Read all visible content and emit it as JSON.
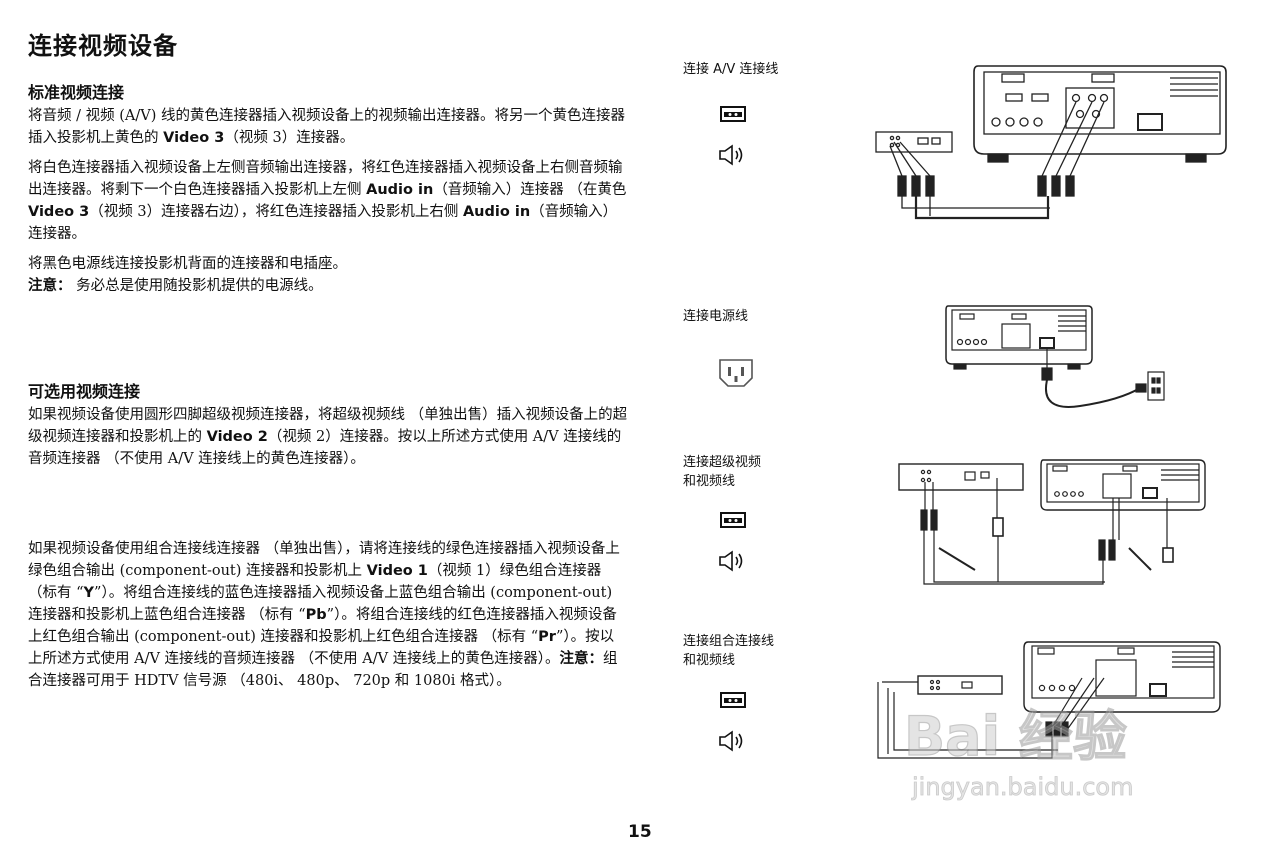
{
  "page": {
    "title": "连接视频设备",
    "page_number": "15"
  },
  "standard": {
    "heading": "标准视频连接",
    "p1_a": "将音频 / 视频 (A/V) 线的黄色连接器插入视频设备上的视频输出连接器。将另一个黄色连接器插入投影机上黄色的 ",
    "p1_b": "Video 3",
    "p1_c": "（视频 3）连接器。",
    "p2_a": "将白色连接器插入视频设备上左侧音频输出连接器，将红色连接器插入视频设备上右侧音频输出连接器。将剩下一个白色连接器插入投影机上左侧 ",
    "p2_b": "Audio in",
    "p2_c": "（音频输入）连接器 （在黄色 ",
    "p2_d": "Video 3",
    "p2_e": "（视频 3）连接器右边），将红色连接器插入投影机上右侧 ",
    "p2_f": "Audio in",
    "p2_g": "（音频输入）连接器。",
    "p3": "将黑色电源线连接投影机背面的连接器和电插座。",
    "note_label": "注意：",
    "note_text": " 务必总是使用随投影机提供的电源线。"
  },
  "optional": {
    "heading": "可选用视频连接",
    "p1_a": "如果视频设备使用圆形四脚超级视频连接器，将超级视频线 （单独出售）插入视频设备上的超级视频连接器和投影机上的 ",
    "p1_b": "Video 2",
    "p1_c": "（视频 2）连接器。按以上所述方式使用 A/V 连接线的音频连接器 （不使用 A/V 连接线上的黄色连接器）。"
  },
  "component": {
    "p_a": "如果视频设备使用组合连接线连接器 （单独出售），请将连接线的绿色连接器插入视频设备上绿色组合输出 (component-out) 连接器和投影机上 ",
    "p_b": "Video 1",
    "p_c": "（视频 1）绿色组合连接器 （标有 “",
    "p_d": "Y",
    "p_e": "”）。将组合连接线的蓝色连接器插入视频设备上蓝色组合输出 (component-out) 连接器和投影机上蓝色组合连接器 （标有 “",
    "p_f": "Pb",
    "p_g": "”）。将组合连接线的红色连接器插入视频设备上红色组合输出 (component-out) 连接器和投影机上红色组合连接器 （标有 “",
    "p_h": "Pr",
    "p_i": "”）。按以上所述方式使用 A/V 连接线的音频连接器 （不使用 A/V 连接线上的黄色连接器）。",
    "p_j": "注意：",
    "p_k": "组合连接器可用于 HDTV 信号源 （480i、 480p、 720p 和 1080i 格式）。"
  },
  "figures": {
    "av_label": "连接 A/V 连接线",
    "power_label": "连接电源线",
    "svideo_label_1": "连接超级视频",
    "svideo_label_2": "和视频线",
    "component_label_1": "连接组合连接线",
    "component_label_2": "和视频线"
  },
  "icons": {
    "video": "video-connector-icon",
    "audio": "speaker-icon",
    "power": "power-socket-icon"
  },
  "watermark": {
    "logo_text": "Bai 经验",
    "url": "jingyan.baidu.com"
  }
}
